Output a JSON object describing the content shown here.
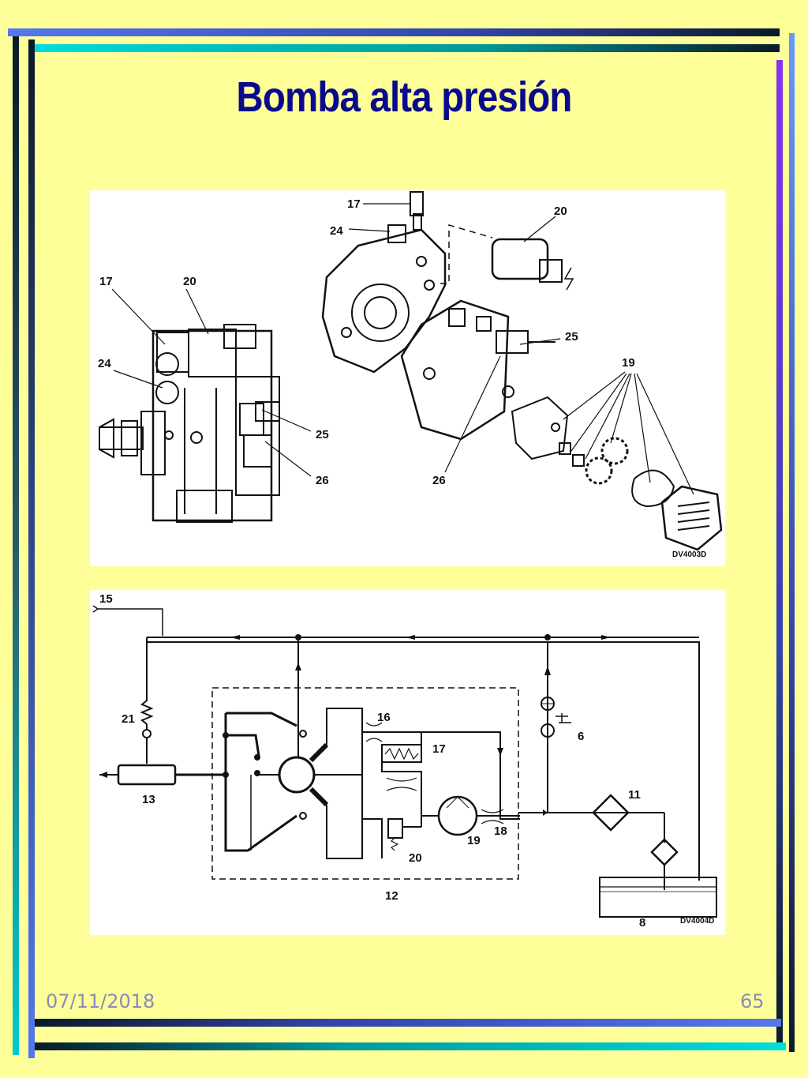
{
  "slide": {
    "title": "Bomba alta presión",
    "date": "07/11/2018",
    "page_number": "65"
  },
  "figure_top": {
    "labels": {
      "l17a": "17",
      "l20a": "20",
      "l24a": "24",
      "l25a": "25",
      "l26a": "26",
      "l17b": "17",
      "l24b": "24",
      "l20b": "20",
      "l25b": "25",
      "l19": "19",
      "l26b": "26"
    },
    "code": "DV4003D"
  },
  "figure_bottom": {
    "labels": {
      "l15": "15",
      "l21": "21",
      "l13": "13",
      "l16": "16",
      "l17": "17",
      "l6": "6",
      "l11": "11",
      "l18": "18",
      "l19": "19",
      "l20": "20",
      "l12": "12",
      "l8": "8"
    },
    "code": "DV4004D"
  },
  "colors": {
    "background": "#ffff99",
    "title": "#0a0a8c",
    "frame_blue": "#5577ee",
    "frame_cyan": "#00cccc",
    "frame_dark": "#0a1a2a",
    "frame_purple": "#8833ee"
  }
}
